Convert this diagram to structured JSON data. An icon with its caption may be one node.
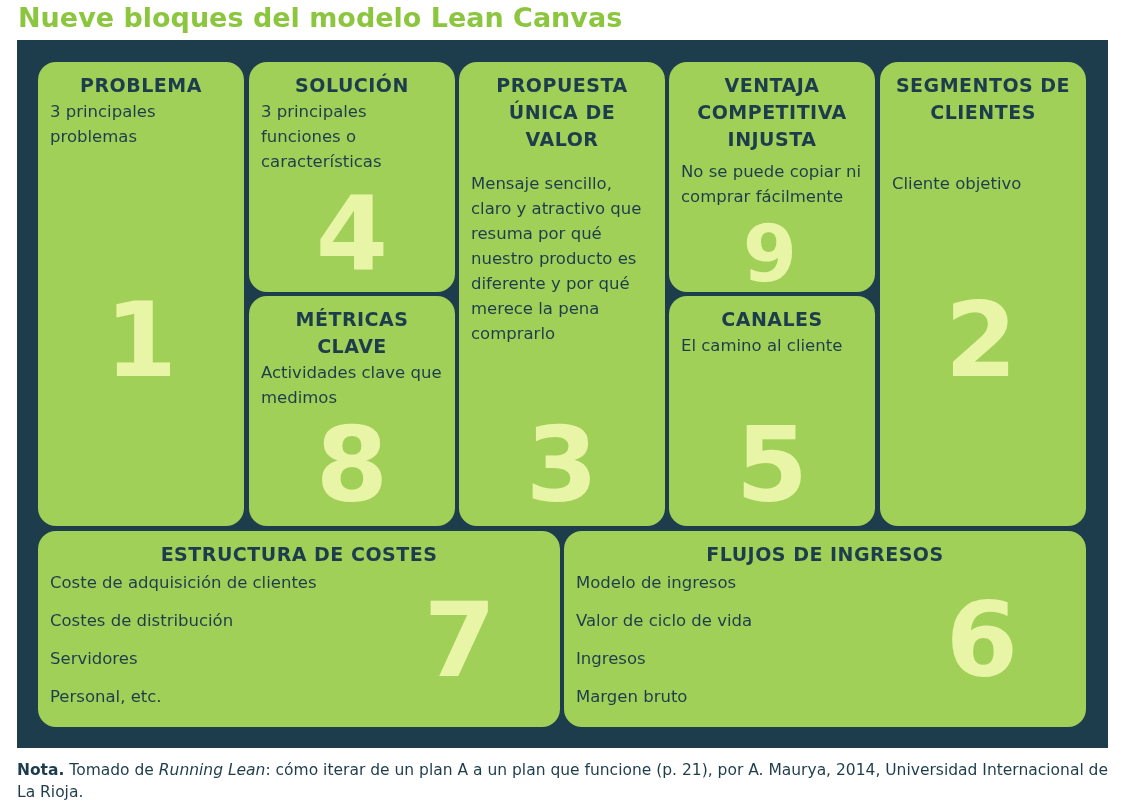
{
  "diagram": {
    "title": "Nueve bloques del modelo Lean Canvas",
    "caption": "**Nota.** Tomado de *Running Lean*: cómo iterar de un plan A a un plan que funcione (p. 21), por A. Maurya, 2014, Universidad Internacional de La Rioja.",
    "nodes": [
      {
        "text": [
          "PROBLEMA",
          "3 principales problemas",
          "1"
        ]
      },
      {
        "text": [
          "SOLUCIÓN",
          "3 principales funciones o características",
          "4"
        ]
      },
      {
        "text": [
          "PROPUESTA ÚNICA DE VALOR",
          "Mensaje sencillo, claro y atractivo que resuma por qué nuestro producto es diferente y por qué merece la pena comprarlo",
          "3"
        ]
      },
      {
        "text": [
          "VENTAJA COMPETITIVA INJUSTA",
          "No se puede copiar ni comprar fácilmente",
          "9"
        ]
      },
      {
        "text": [
          "SEGMENTOS DE CLIENTES",
          "Cliente objetivo",
          "2"
        ]
      },
      {
        "text": [
          "MÉTRICAS CLAVE",
          "Actividades clave que medimos",
          "8"
        ]
      },
      {
        "text": [
          "CANALES",
          "El camino al cliente",
          "5"
        ]
      },
      {
        "text": [
          "ESTRUCTURA DE COSTES",
          "Coste de adquisición de clientes",
          "Costes de distribución",
          "Servidores",
          "Personal, etc.",
          "7"
        ]
      },
      {
        "text": [
          "FLUJOS DE INGRESOS",
          "Modelo de ingresos",
          "Valor de ciclo de vida",
          "Ingresos",
          "Margen bruto",
          "6"
        ]
      }
    ]
  }
}
